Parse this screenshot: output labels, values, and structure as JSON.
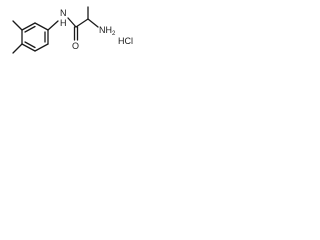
{
  "molecule": {
    "labels": {
      "amide_nh": "N\nH",
      "carbonyl_o": "O",
      "amine": "NH",
      "amine_subscript": "2",
      "salt": "HCl"
    },
    "ink_color": "#1a1a1a",
    "background_color": "#ffffff"
  }
}
